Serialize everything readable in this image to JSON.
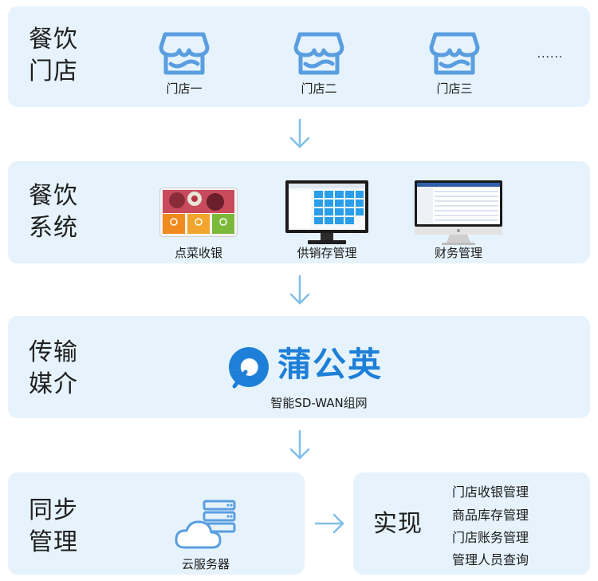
{
  "sections": {
    "stores": {
      "title_line1": "餐饮",
      "title_line2": "门店",
      "items": [
        "门店一",
        "门店二",
        "门店三"
      ],
      "ellipsis": "......"
    },
    "system": {
      "title_line1": "餐饮",
      "title_line2": "系统",
      "items": [
        "点菜收银",
        "供销存管理",
        "财务管理"
      ]
    },
    "media": {
      "title_line1": "传输",
      "title_line2": "媒介",
      "brand_name": "蒲公英",
      "brand_sub": "智能SD-WAN组网"
    },
    "sync": {
      "title_line1": "同步",
      "title_line2": "管理",
      "server_label": "云服务器"
    },
    "result": {
      "title": "实现",
      "features": [
        "门店收银管理",
        "商品库存管理",
        "门店账务管理",
        "管理人员查询"
      ]
    }
  },
  "colors": {
    "panel_bg": "#e6f3fc",
    "icon_blue": "#5a9ee0",
    "arrow_blue": "#7fbfe8",
    "brand_blue": "#1e7fd8"
  },
  "icons": {
    "store": "store-awning-icon",
    "arrow": "arrow-down-icon",
    "cloud": "cloud-server-icon",
    "brand": "dandelion-logo-icon"
  }
}
